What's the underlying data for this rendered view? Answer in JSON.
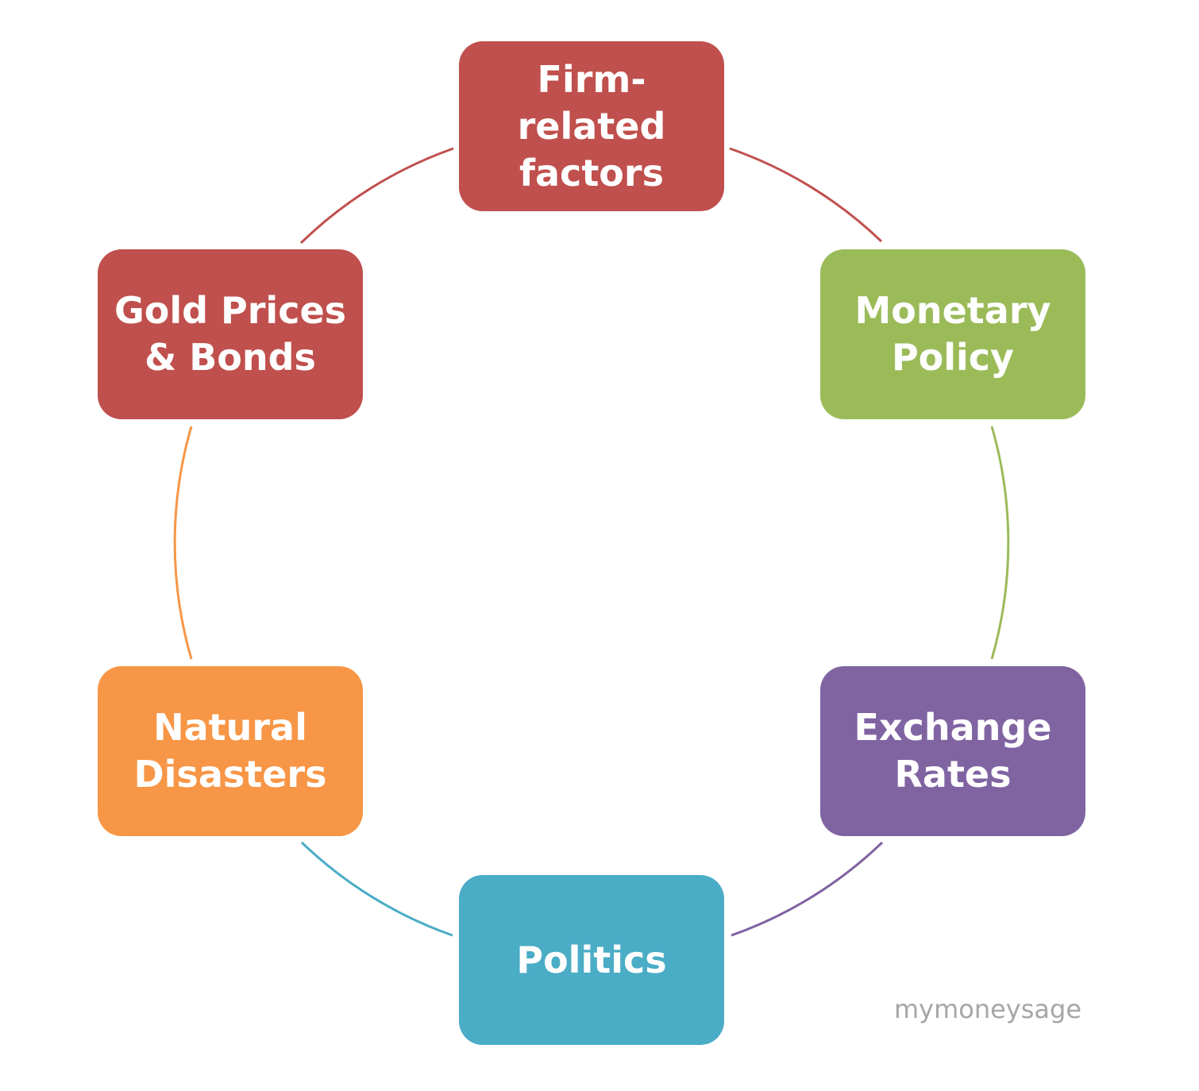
{
  "diagram": {
    "type": "cycle",
    "nodes": [
      {
        "id": "firm",
        "label": "Firm-related\nfactors",
        "color": "#c0504d"
      },
      {
        "id": "monetary",
        "label": "Monetary\nPolicy",
        "color": "#9bbb59"
      },
      {
        "id": "exchange",
        "label": "Exchange\nRates",
        "color": "#8064a2"
      },
      {
        "id": "politics",
        "label": "Politics",
        "color": "#4bacc6"
      },
      {
        "id": "disasters",
        "label": "Natural\nDisasters",
        "color": "#f79646"
      },
      {
        "id": "gold",
        "label": "Gold Prices\n& Bonds",
        "color": "#c0504d"
      }
    ],
    "edges": [
      {
        "from": "firm",
        "to": "monetary",
        "color": "#c0504d"
      },
      {
        "from": "monetary",
        "to": "exchange",
        "color": "#9bbb59"
      },
      {
        "from": "exchange",
        "to": "politics",
        "color": "#8064a2"
      },
      {
        "from": "politics",
        "to": "disasters",
        "color": "#4bacc6"
      },
      {
        "from": "disasters",
        "to": "gold",
        "color": "#f79646"
      },
      {
        "from": "gold",
        "to": "firm",
        "color": "#c0504d"
      }
    ]
  },
  "watermark": "mymoneysage"
}
